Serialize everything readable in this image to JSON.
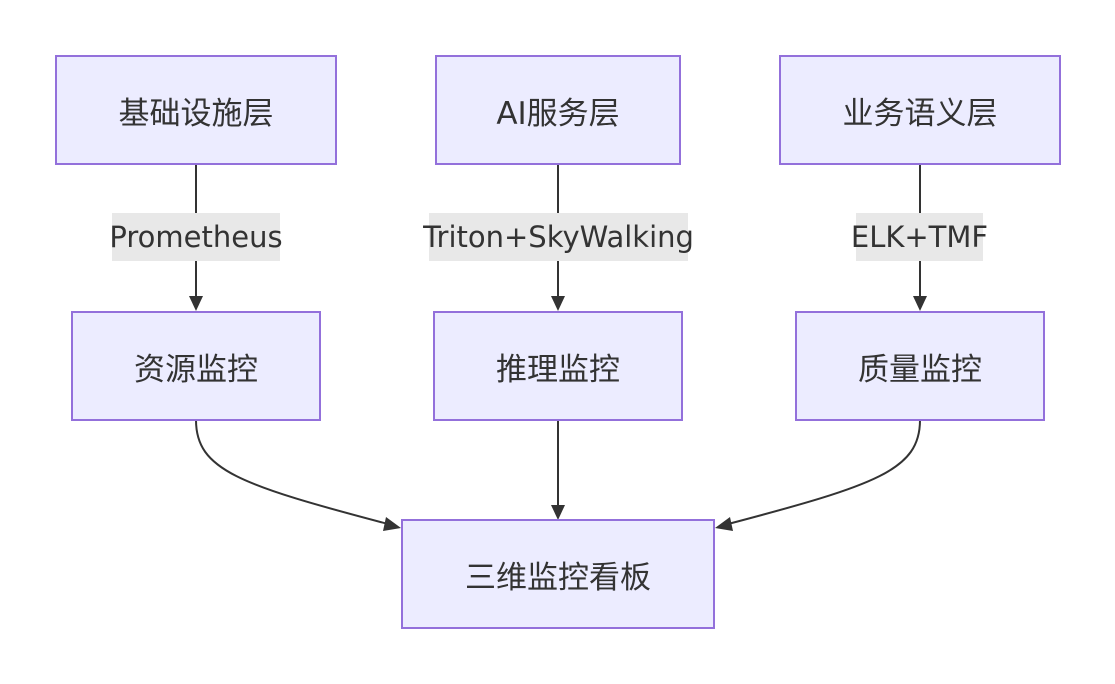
{
  "nodes": {
    "infra_layer": "基础设施层",
    "ai_service_layer": "AI服务层",
    "business_semantic_layer": "业务语义层",
    "resource_monitoring": "资源监控",
    "inference_monitoring": "推理监控",
    "quality_monitoring": "质量监控",
    "dashboard": "三维监控看板"
  },
  "edges": {
    "infra_to_resource": "Prometheus",
    "ai_to_inference": "Triton+SkyWalking",
    "business_to_quality": "ELK+TMF"
  },
  "colors": {
    "node_fill": "#ececff",
    "node_border": "#9370db",
    "edge_line": "#333333",
    "label_bg": "#e8e8e8",
    "text": "#333333"
  }
}
